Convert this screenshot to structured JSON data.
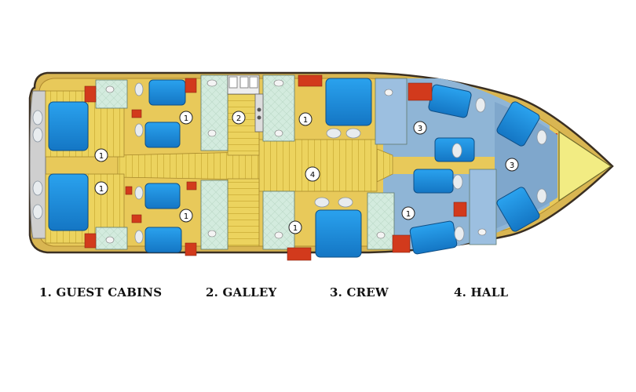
{
  "legend": [
    {
      "key": "guest",
      "label": "1. GUEST CABINS"
    },
    {
      "key": "galley",
      "label": "2. GALLEY"
    },
    {
      "key": "crew",
      "label": "3. CREW"
    },
    {
      "key": "hall",
      "label": "4. HALL"
    }
  ],
  "markers": {
    "guest": "1",
    "galley": "2",
    "crew": "3",
    "hall": "4"
  },
  "colors": {
    "hull_outline": "#3a2f22",
    "hull_rim": "#c9a447",
    "deck_wood": "#e9cf55",
    "wood_stripe": "#cfb23a",
    "bathroom_tile": "#cfe7da",
    "crew_area": "#8fb5d6",
    "bed_blue": "#1f8fd8",
    "cabinet_red": "#d23a1c",
    "bow_yellow": "#f2ec83",
    "stern_gray": "#c9c9c9"
  }
}
